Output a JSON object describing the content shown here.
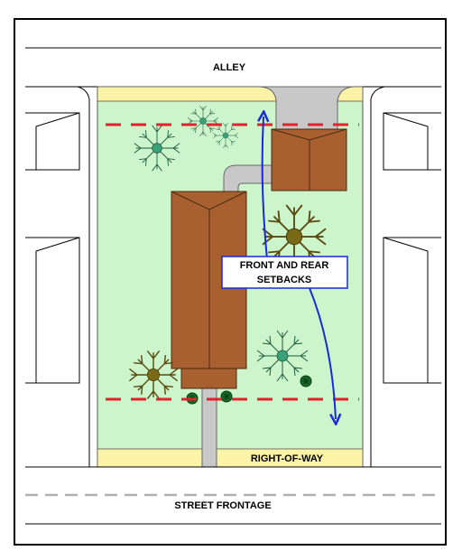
{
  "labels": {
    "alley": "ALLEY",
    "right_of_way": "RIGHT-OF-WAY",
    "street_frontage": "STREET FRONTAGE",
    "callout_line1": "FRONT AND REAR",
    "callout_line2": "SETBACKS"
  },
  "colors": {
    "lot_fill": "#ccf5cc",
    "right_of_way_fill": "#fbf3a6",
    "roof_fill": "#a86030",
    "roof_stroke": "#4a2a10",
    "driveway_fill": "#c8c8c8",
    "setback_line": "#e8202a",
    "arrow": "#1a2ad8",
    "tree_green": "#3aa078",
    "tree_olive": "#7a6a18",
    "shrub": "#1a6a2a"
  },
  "icons": [
    "tree-icon",
    "shrub-icon",
    "arrow-icon"
  ]
}
